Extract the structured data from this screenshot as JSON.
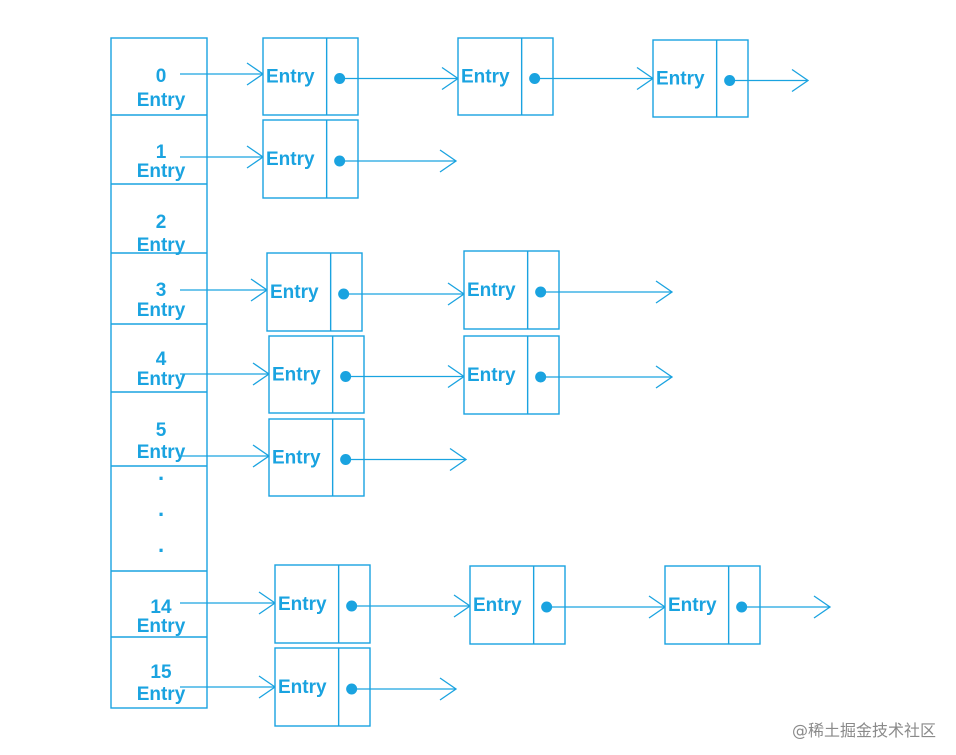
{
  "diagram": {
    "entry_label": "Entry",
    "buckets": [
      {
        "index": "0",
        "chain": 3
      },
      {
        "index": "1",
        "chain": 1
      },
      {
        "index": "2",
        "chain": 0
      },
      {
        "index": "3",
        "chain": 2
      },
      {
        "index": "4",
        "chain": 2
      },
      {
        "index": "5",
        "chain": 1
      },
      {
        "index": "14",
        "chain": 3
      },
      {
        "index": "15",
        "chain": 1
      }
    ],
    "ellipsis": [
      ".",
      ".",
      "."
    ],
    "colors": {
      "stroke": "#1aa3e0",
      "text": "#1aa3e0"
    }
  },
  "watermark": "@稀土掘金技术社区"
}
